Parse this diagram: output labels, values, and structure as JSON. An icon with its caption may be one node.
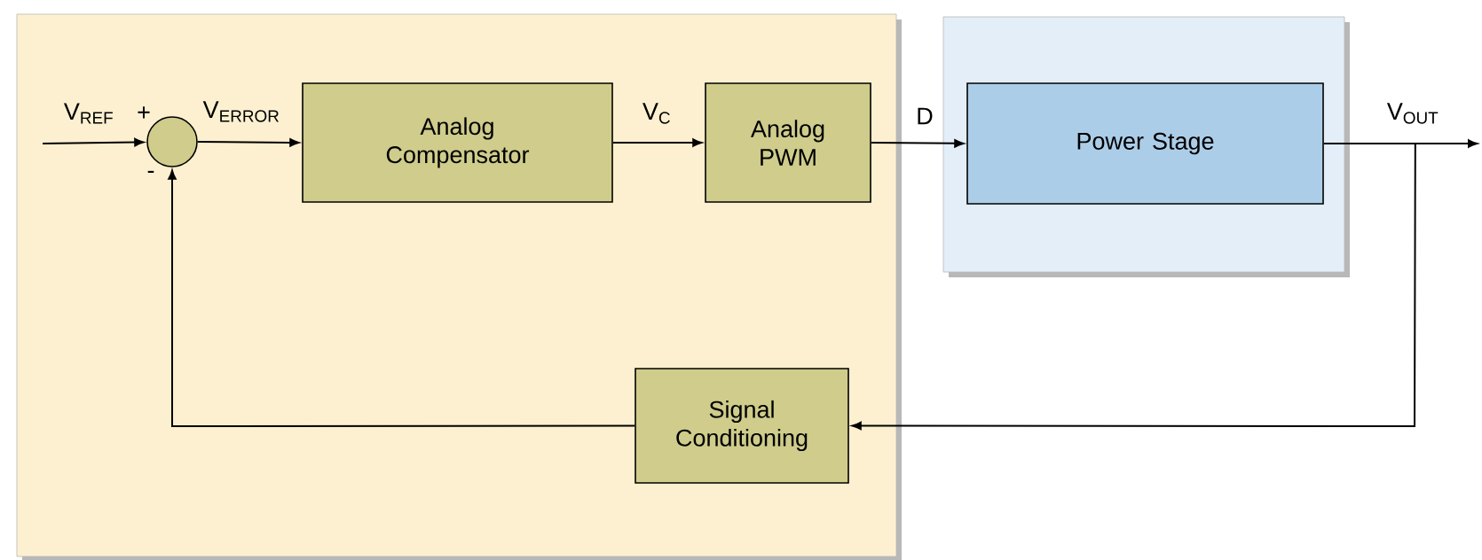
{
  "diagram": {
    "nodes": [
      {
        "text": [],
        "shape": "box"
      },
      {
        "text": [],
        "shape": "circle",
        "in": 0
      },
      {
        "text": [
          "Analog Compensator"
        ],
        "in": 0
      },
      {
        "text": [
          "Analog PWM"
        ],
        "in": 0
      },
      {
        "text": [],
        "shape": "box"
      },
      {
        "text": [
          "Power Stage"
        ],
        "in": 4
      },
      {
        "text": [
          "Signal Conditioning"
        ],
        "in": 0
      }
    ],
    "edges": [
      {
        "from": null,
        "to": 1,
        "arrow": "to",
        "label": "V$_{REF}$"
      },
      {
        "from": 1,
        "to": 2,
        "arrow": "to",
        "label": "V$_{ERROR}$"
      },
      {
        "from": 2,
        "to": 3,
        "arrow": "to",
        "label": "V$_{C}$"
      },
      {
        "from": 3,
        "to": 5,
        "arrow": "to",
        "label": "D"
      },
      {
        "from": 5,
        "to": null,
        "arrow": "to",
        "label": "V$_{OUT}$"
      },
      {
        "from": 5,
        "to": 6,
        "arrow": "to"
      },
      {
        "from": 6,
        "to": 1,
        "arrow": "to"
      }
    ],
    "labels": [
      "+",
      "-"
    ]
  }
}
